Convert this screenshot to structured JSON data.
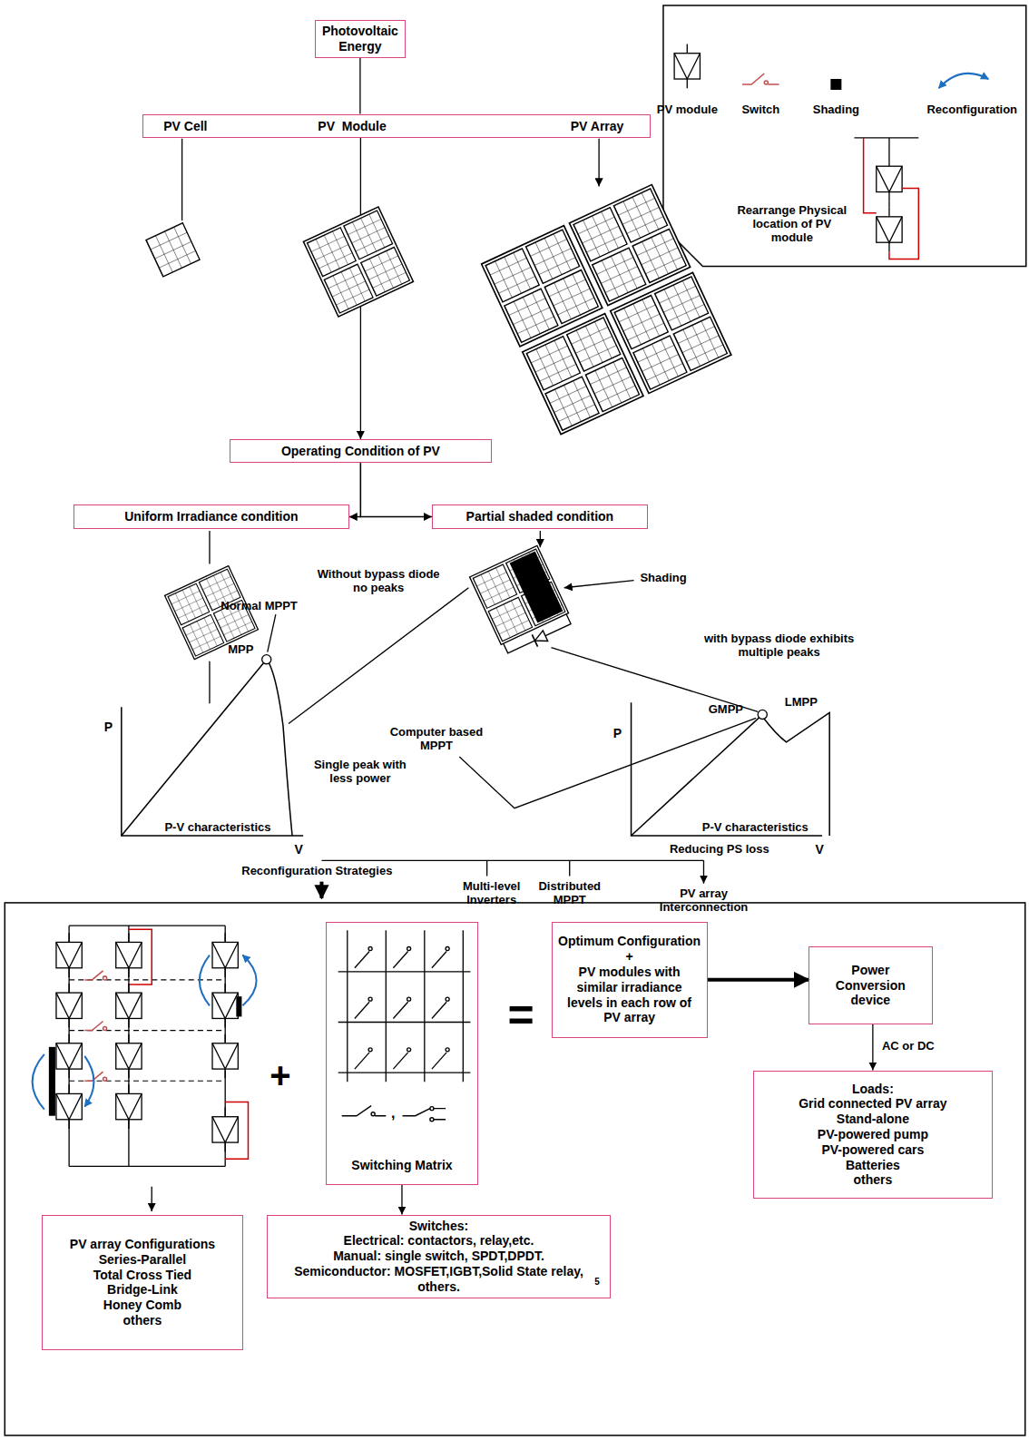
{
  "diagram": {
    "nodes": [
      {
        "text": [
          "Photovoltaic Energy"
        ]
      },
      {
        "text": [
          "PV Cell",
          "PV  Module",
          "PV Array"
        ]
      },
      {
        "text": [
          "Operating Condition of PV"
        ]
      },
      {
        "text": [
          "Uniform Irradiance condition"
        ]
      },
      {
        "text": [
          "Partial shaded condition"
        ]
      },
      {
        "text": [
          "Switching Matrix"
        ]
      },
      {
        "text": [
          "Optimum Configuration",
          "+",
          "PV modules with similar irradiance levels in each row of PV array"
        ]
      },
      {
        "text": [
          "Power Conversion device"
        ]
      },
      {
        "text": [
          "PV array Configurations",
          "Series-Parallel",
          "Total Cross Tied",
          "Bridge-Link",
          "Honey Comb",
          "others"
        ]
      },
      {
        "text": [
          "Switches:",
          "Electrical: contactors, relay,etc.",
          "Manual: single switch, SPDT,DPDT.",
          "Semiconductor: MOSFET,IGBT,Solid State relay, others."
        ]
      },
      {
        "text": [
          "Loads:",
          "Grid connected PV array",
          "Stand-alone",
          "PV-powered pump",
          "PV-powered cars",
          "Batteries",
          "others"
        ]
      }
    ],
    "edges": [
      {
        "from": 0,
        "to": 1,
        "arrow": "none"
      },
      {
        "from": 1,
        "to": 2,
        "arrow": "to"
      },
      {
        "from": 2,
        "to": 3,
        "arrow": "to"
      },
      {
        "from": 2,
        "to": 4,
        "arrow": "to"
      },
      {
        "from": 5,
        "to": 9,
        "arrow": "to"
      },
      {
        "from": 6,
        "to": 7,
        "arrow": "to"
      },
      {
        "from": 7,
        "to": 10,
        "label": "AC or DC",
        "arrow": "to"
      }
    ],
    "labels": [
      "Rearrange Physical location of PV module",
      "Shading",
      "Without bypass diode no peaks",
      "with bypass diode exhibits multiple peaks",
      "Normal MPPT",
      "MPP",
      "Computer based MPPT",
      "GMPP",
      "LMPP",
      "P",
      "Single peak with less power",
      "P",
      "P-V characteristics",
      "V",
      "P-V characteristics",
      "V",
      "Reducing PS loss",
      "Reconfiguration Strategies",
      "Multi-level Inverters",
      "Distributed MPPT",
      "PV array Interconnection",
      "+",
      "=",
      ",",
      "5"
    ],
    "legend": [
      {
        "text": "PV module"
      },
      {
        "text": "Switch"
      },
      {
        "text": "Shading",
        "color": "#000000"
      },
      {
        "text": "Reconfiguration"
      }
    ]
  }
}
